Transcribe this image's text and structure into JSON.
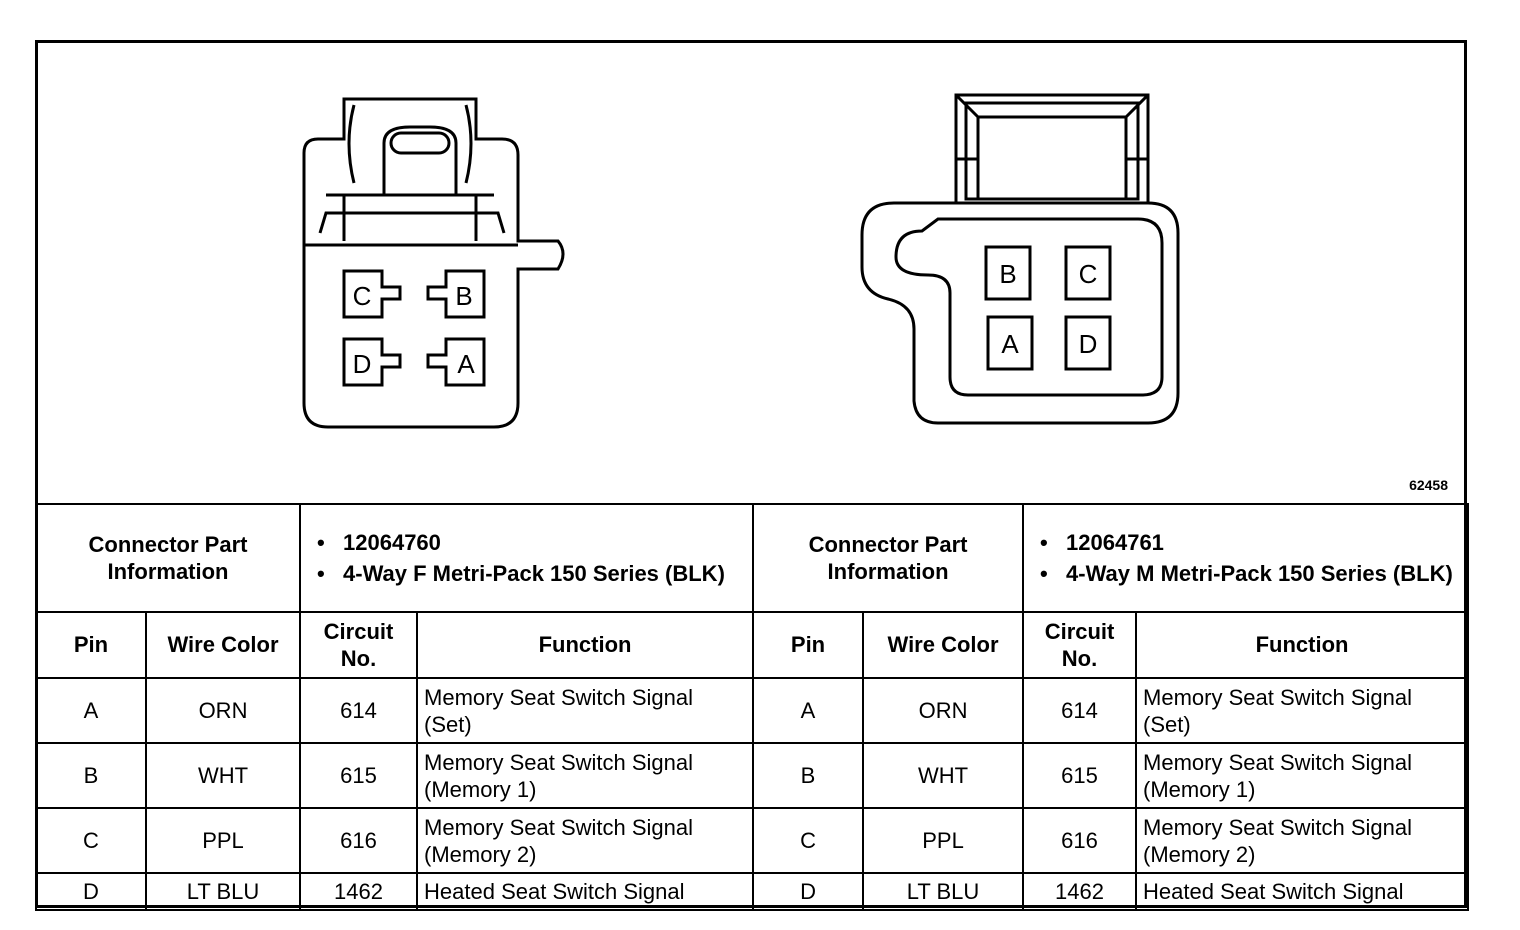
{
  "figure_id": "62458",
  "connectors": [
    {
      "title": "Connector Part Information",
      "part_info": [
        "12064760",
        "4-Way F Metri-Pack 150 Series (BLK)"
      ],
      "pin_labels": [
        "C",
        "B",
        "D",
        "A"
      ],
      "headers": {
        "pin": "Pin",
        "wire_color": "Wire Color",
        "circuit": "Circuit No.",
        "function": "Function"
      },
      "rows": [
        {
          "pin": "A",
          "wire_color": "ORN",
          "circuit": "614",
          "function": "Memory Seat Switch Signal (Set)"
        },
        {
          "pin": "B",
          "wire_color": "WHT",
          "circuit": "615",
          "function": "Memory Seat Switch Signal (Memory 1)"
        },
        {
          "pin": "C",
          "wire_color": "PPL",
          "circuit": "616",
          "function": "Memory Seat Switch Signal (Memory 2)"
        },
        {
          "pin": "D",
          "wire_color": "LT BLU",
          "circuit": "1462",
          "function": "Heated Seat Switch Signal"
        }
      ]
    },
    {
      "title": "Connector Part Information",
      "part_info": [
        "12064761",
        "4-Way M Metri-Pack 150 Series (BLK)"
      ],
      "pin_labels": [
        "B",
        "C",
        "A",
        "D"
      ],
      "headers": {
        "pin": "Pin",
        "wire_color": "Wire Color",
        "circuit": "Circuit No.",
        "function": "Function"
      },
      "rows": [
        {
          "pin": "A",
          "wire_color": "ORN",
          "circuit": "614",
          "function": "Memory Seat Switch Signal (Set)"
        },
        {
          "pin": "B",
          "wire_color": "WHT",
          "circuit": "615",
          "function": "Memory Seat Switch Signal (Memory 1)"
        },
        {
          "pin": "C",
          "wire_color": "PPL",
          "circuit": "616",
          "function": "Memory Seat Switch Signal (Memory 2)"
        },
        {
          "pin": "D",
          "wire_color": "LT BLU",
          "circuit": "1462",
          "function": "Heated Seat Switch Signal"
        }
      ]
    }
  ]
}
